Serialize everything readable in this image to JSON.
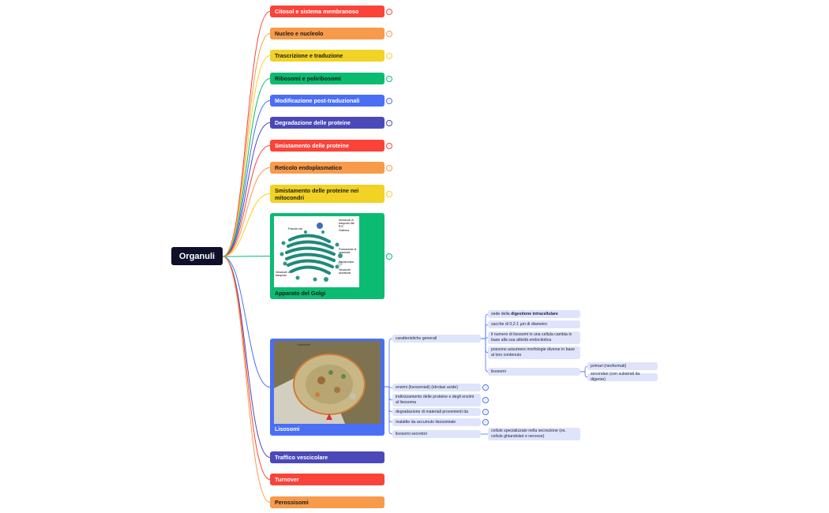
{
  "root": {
    "label": "Organuli"
  },
  "topics": [
    {
      "label": "Citosol e sistema membranoso",
      "color": "#fa4339",
      "fg": "#ffffff"
    },
    {
      "label": "Nucleo e nucleolo",
      "color": "#f79a4a",
      "fg": "#1b1b1b"
    },
    {
      "label": "Trascrizione e traduzione",
      "color": "#f2d224",
      "fg": "#1b1b1b"
    },
    {
      "label": "Ribosomi e poliribosomi",
      "color": "#0cbb72",
      "fg": "#1b1b1b"
    },
    {
      "label": "Modificazione post-traduzionali",
      "color": "#4a6ff5",
      "fg": "#ffffff"
    },
    {
      "label": "Degradazione delle proteine",
      "color": "#4b49b8",
      "fg": "#ffffff"
    },
    {
      "label": "Smistamento delle proteine",
      "color": "#fa4339",
      "fg": "#ffffff"
    },
    {
      "label": "Reticolo endoplasmatico",
      "color": "#f79a4a",
      "fg": "#1b1b1b"
    },
    {
      "label": "Smistamento delle proteine nei mitocondri",
      "color": "#f2d224",
      "fg": "#1b1b1b"
    },
    {
      "label": "Apparato del Golgi",
      "color": "#0cbb72",
      "fg": "#1b1b1b"
    },
    {
      "label": "Lisosomi",
      "color": "#4a6ff5",
      "fg": "#ffffff"
    },
    {
      "label": "Traffico vescicolare",
      "color": "#4b49b8",
      "fg": "#ffffff"
    },
    {
      "label": "Turnover",
      "color": "#fa4339",
      "fg": "#ffffff"
    },
    {
      "label": "Perossisomi",
      "color": "#f79a4a",
      "fg": "#1b1b1b"
    }
  ],
  "golgi_labels": [
    "Faccia cis",
    "Vescicole di trasporto dal R.E.",
    "Cisterna",
    "Formazione di vescicole",
    "Faccia trans",
    "Vescicole secretorie",
    "Vescicole di trasporto"
  ],
  "lysosome_labels": [
    "Lisosomi"
  ],
  "lisosomi_children": [
    {
      "label": "caratteristiche generali"
    },
    {
      "label": "enzimi (lisosomiali) (idrolasi acide)"
    },
    {
      "label": "indirizzamento delle proteine e degli enzimi al lisosoma"
    },
    {
      "label": "degradazione di materiali provenienti da"
    },
    {
      "label": "malattie da accumulo lisosomiale"
    },
    {
      "label": "lisosomi secretori"
    }
  ],
  "caratteristiche_children": [
    {
      "prefix": "sede della ",
      "bold": "digestione intracellulare"
    },
    {
      "prefix": "sacche di 0,2-1 µm di diametro",
      "bold": ""
    },
    {
      "prefix": "il numero di lisosomi in una cellula cambia in base alla sua attività endocitotica",
      "bold": ""
    },
    {
      "prefix": "possono assumere morfologie diverse in base al loro contenuto",
      "bold": ""
    },
    {
      "prefix": "lisosomi",
      "bold": ""
    }
  ],
  "lisosomi_types": [
    "primari (neoformati)",
    "secondari (con substrati da digerire)"
  ],
  "secretori_child": "cellule specializzate nella secrezione (es. cellule ghiandolari e nervose)"
}
